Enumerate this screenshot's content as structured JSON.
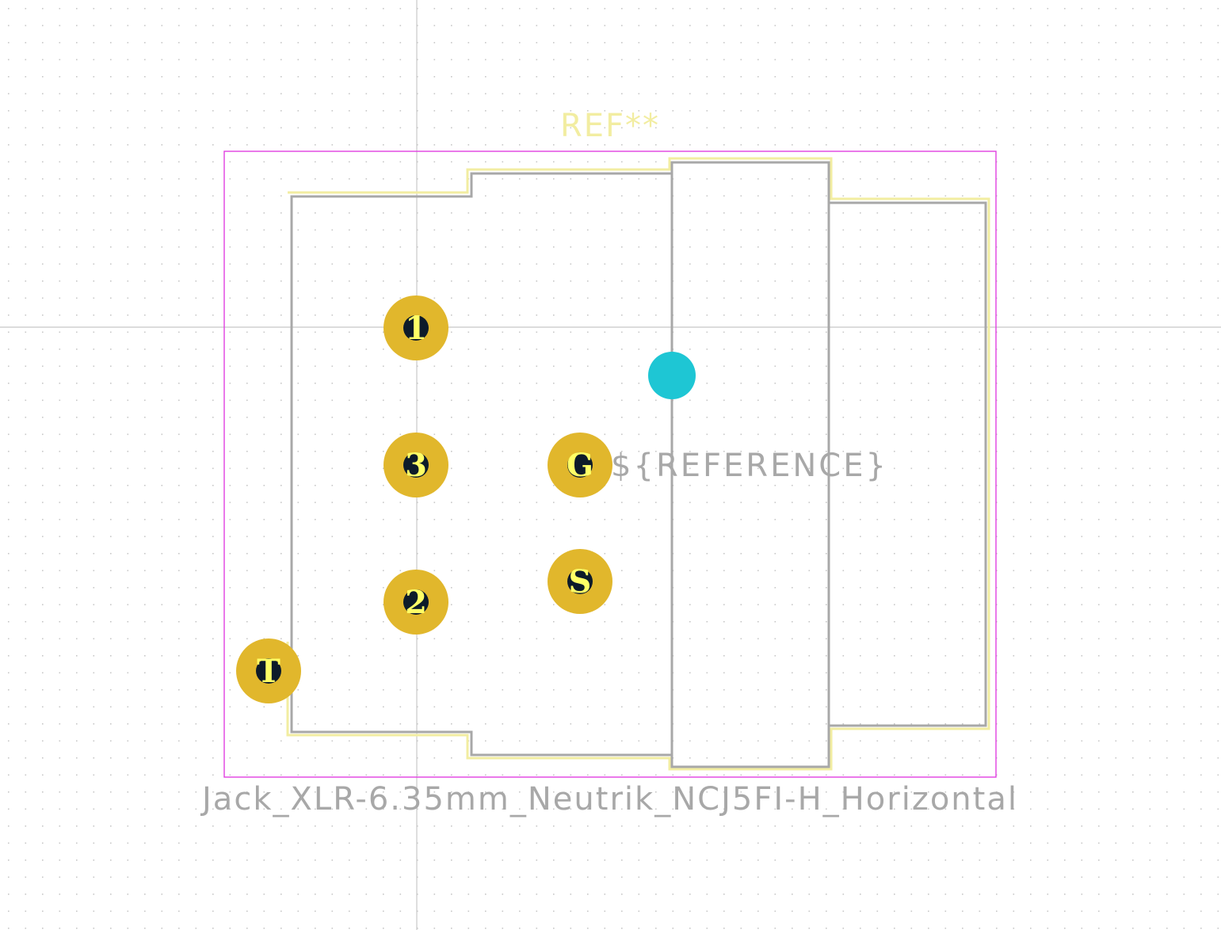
{
  "footprint": {
    "reference_text": "REF**",
    "value_text": "${REFERENCE}",
    "name_text": "Jack_XLR-6.35mm_Neutrik_NCJ5FI-H_Horizontal"
  },
  "pads": [
    {
      "label": "1"
    },
    {
      "label": "3"
    },
    {
      "label": "2"
    },
    {
      "label": "G"
    },
    {
      "label": "S"
    },
    {
      "label": "T"
    }
  ],
  "colors": {
    "background": "#ffffff",
    "grid_dot": "#c8c8c8",
    "axis": "#c8c8c8",
    "courtyard": "#e040e0",
    "silkscreen": "#f2eda1",
    "fab_outline": "#a8a8a8",
    "pad_copper": "#e1b72c",
    "pad_drill": "#0d1b2a",
    "pad_text": "#ffff66",
    "mounting_hole": "#1ec6d4",
    "reference_text": "#f2eda1",
    "value_text": "#a8a8a8"
  }
}
